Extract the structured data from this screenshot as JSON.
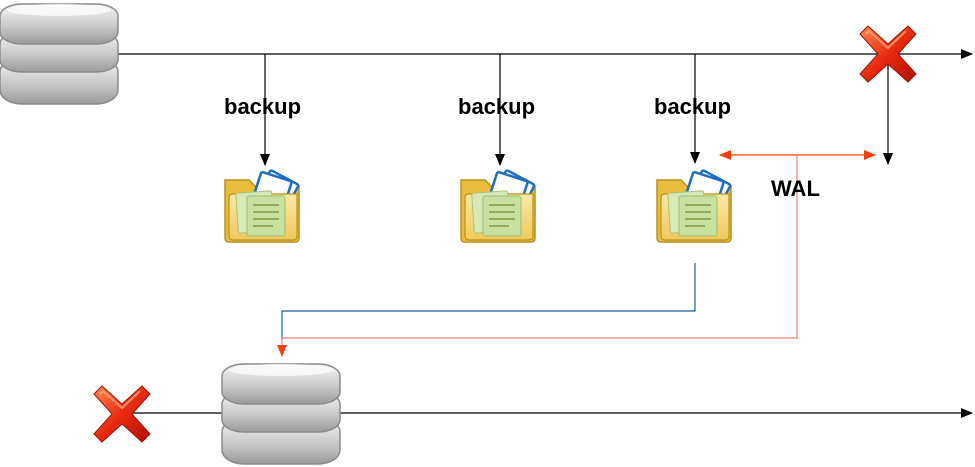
{
  "labels": {
    "backup_1": "backup",
    "backup_2": "backup",
    "backup_3": "backup",
    "wal": "WAL"
  },
  "icons": {
    "database": "database-icon",
    "folder": "folder-icon",
    "failure": "red-x-icon"
  },
  "colors": {
    "timeline": "#000000",
    "wal_arrow": "#f04010",
    "restore_backup_path": "#1f5fa0",
    "restore_wal_path": "#f08070",
    "failure_x": "#e02010",
    "folder": "#f5d978",
    "document": "#c8e6a0"
  }
}
